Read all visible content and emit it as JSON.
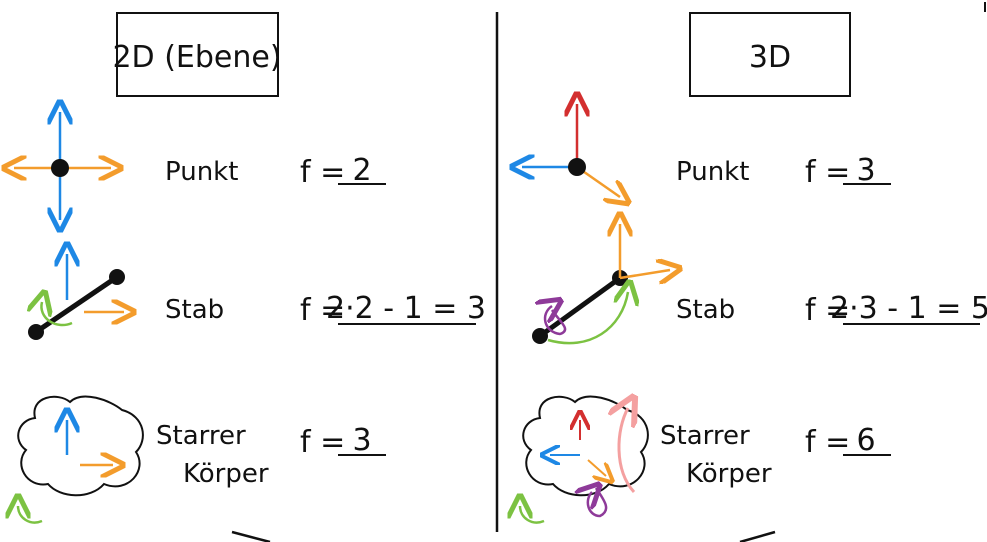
{
  "left": {
    "title": "2D (Ebene)",
    "rows": [
      {
        "label": "Punkt",
        "f_prefix": "f =",
        "f_value": "2"
      },
      {
        "label": "Stab",
        "f_prefix": "f =",
        "f_value": "2·2 - 1 = 3"
      },
      {
        "label_line1": "Starrer",
        "label_line2": "Körper",
        "f_prefix": "f =",
        "f_value": "3"
      }
    ]
  },
  "right": {
    "title": "3D",
    "rows": [
      {
        "label": "Punkt",
        "f_prefix": "f =",
        "f_value": "3"
      },
      {
        "label": "Stab",
        "f_prefix": "f =",
        "f_value": "2·3 - 1 = 5"
      },
      {
        "label_line1": "Starrer",
        "label_line2": "Körper",
        "f_prefix": "f =",
        "f_value": "6"
      }
    ]
  },
  "colors": {
    "blue": "#1e88e5",
    "orange": "#f39c2c",
    "red": "#d32f2f",
    "green": "#7cc242",
    "purple": "#8e3a99",
    "pink": "#f4a0a0",
    "ink": "#111111"
  }
}
